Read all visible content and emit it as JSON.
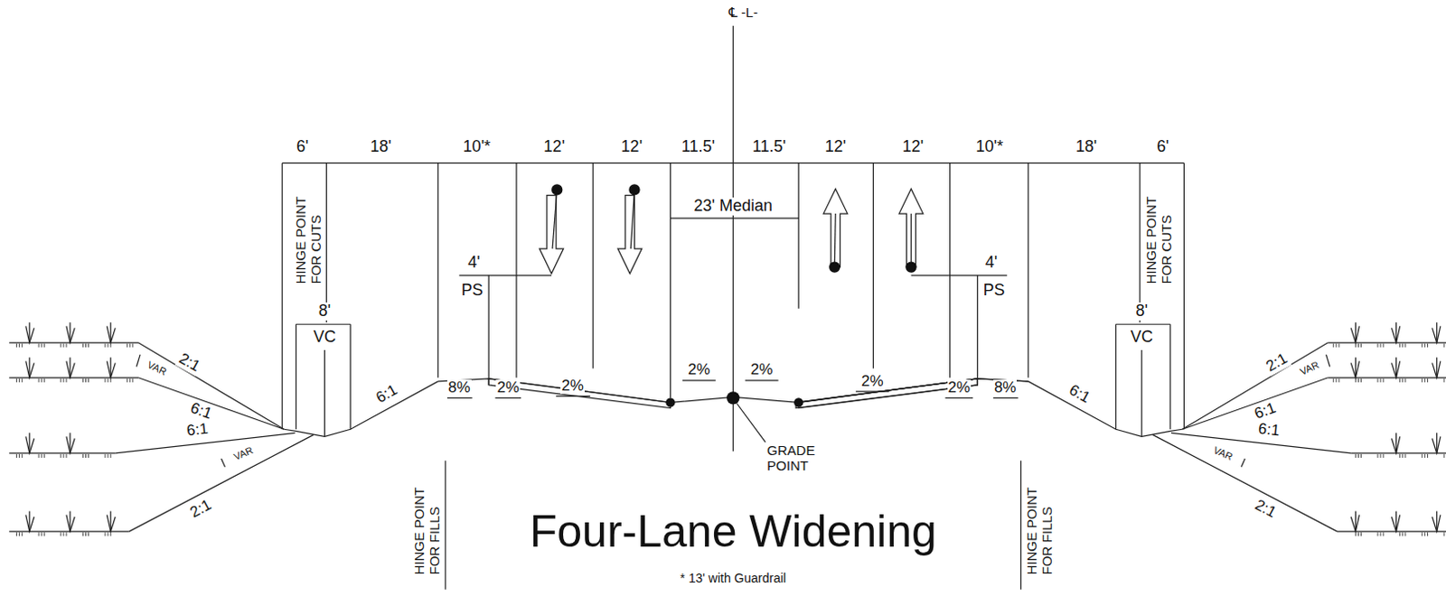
{
  "diagram": {
    "title": "Four-Lane Widening",
    "caption": "* 13' with Guardrail",
    "labels": [
      "℄ -L-",
      "6'",
      "18'",
      "10'*",
      "12'",
      "12'",
      "11.5'",
      "11.5'",
      "12'",
      "12'",
      "10'*",
      "18'",
      "6'",
      "23' Median",
      "4'",
      "PS",
      "4'",
      "PS",
      "HINGE POINT FOR CUTS",
      "8'",
      "VC",
      "HINGE POINT FOR CUTS",
      "8'",
      "VC",
      "8%",
      "2%",
      "2%",
      "2%",
      "2%",
      "2%",
      "2%",
      "8%",
      "GRADE POINT",
      "HINGE POINT FOR FILLS",
      "HINGE POINT FOR FILLS",
      "2:1",
      "6:1",
      "VAR",
      "6:1",
      "6:1",
      "VAR",
      "2:1",
      "6:1",
      "2:1",
      "6:1",
      "VAR",
      "6:1",
      "VAR",
      "2:1"
    ]
  }
}
